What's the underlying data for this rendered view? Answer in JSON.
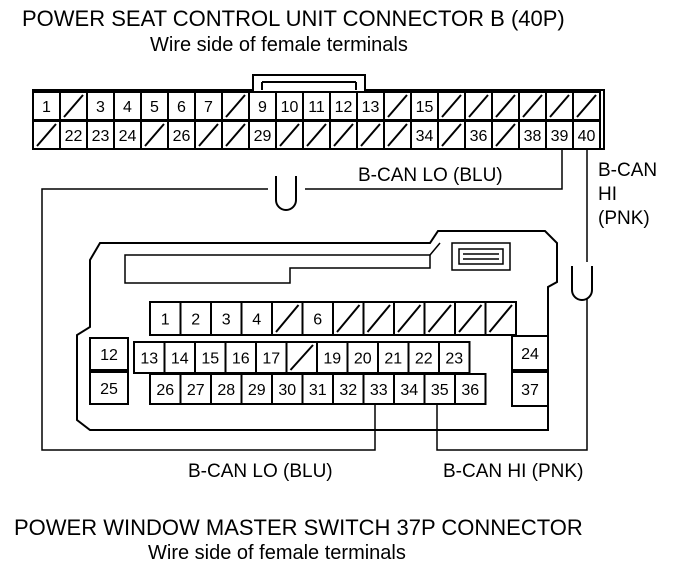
{
  "connector_b": {
    "title": "POWER SEAT CONTROL UNIT CONNECTOR B (40P)",
    "subtitle": "Wire side of female terminals",
    "top_row": [
      "1",
      "",
      "3",
      "4",
      "5",
      "6",
      "7",
      "",
      "9",
      "10",
      "11",
      "12",
      "13",
      "",
      "15",
      "",
      "",
      "",
      "",
      "",
      ""
    ],
    "bottom_row": [
      "",
      "22",
      "23",
      "24",
      "",
      "26",
      "",
      "",
      "29",
      "",
      "",
      "",
      "",
      "",
      "34",
      "",
      "36",
      "",
      "38",
      "39",
      "40"
    ]
  },
  "connector_37p": {
    "title": "POWER WINDOW MASTER SWITCH 37P CONNECTOR",
    "subtitle": "Wire side of female terminals",
    "row1": [
      "1",
      "2",
      "3",
      "4",
      "",
      "6",
      "",
      "",
      "",
      "",
      "",
      ""
    ],
    "row2": [
      "13",
      "14",
      "15",
      "16",
      "17",
      "",
      "19",
      "20",
      "21",
      "22",
      "23"
    ],
    "row3": [
      "26",
      "27",
      "28",
      "29",
      "30",
      "31",
      "32",
      "33",
      "34",
      "35",
      "36"
    ],
    "side": {
      "left_top": "12",
      "left_bottom": "25",
      "right_top": "24",
      "right_bottom": "37"
    }
  },
  "wires": {
    "bcan_lo_top": "B-CAN LO (BLU)",
    "bcan_hi_side": [
      "B-CAN",
      "HI",
      "(PNK)"
    ],
    "bcan_lo_bottom": "B-CAN LO (BLU)",
    "bcan_hi_bottom": "B-CAN HI (PNK)"
  }
}
